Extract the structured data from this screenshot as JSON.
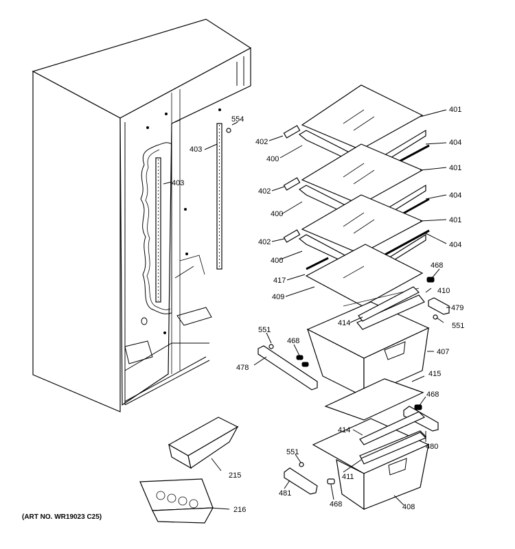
{
  "caption": "(ART NO. WR19023 C25)",
  "callouts": {
    "c401a": "401",
    "c401b": "401",
    "c401c": "401",
    "c402a": "402",
    "c402b": "402",
    "c402c": "402",
    "c400a": "400",
    "c400b": "400",
    "c400c": "400",
    "c404a": "404",
    "c404b": "404",
    "c404c": "404",
    "c403a": "403",
    "c403b": "403",
    "c554": "554",
    "c417": "417",
    "c409": "409",
    "c468a": "468",
    "c468b": "468",
    "c468c": "468",
    "c468d": "468",
    "c410": "410",
    "c479": "479",
    "c551a": "551",
    "c551b": "551",
    "c551c": "551",
    "c414a": "414",
    "c414b": "414",
    "c407": "407",
    "c478": "478",
    "c415": "415",
    "c480": "480",
    "c411": "411",
    "c481": "481",
    "c408": "408",
    "c215": "215",
    "c216": "216"
  }
}
